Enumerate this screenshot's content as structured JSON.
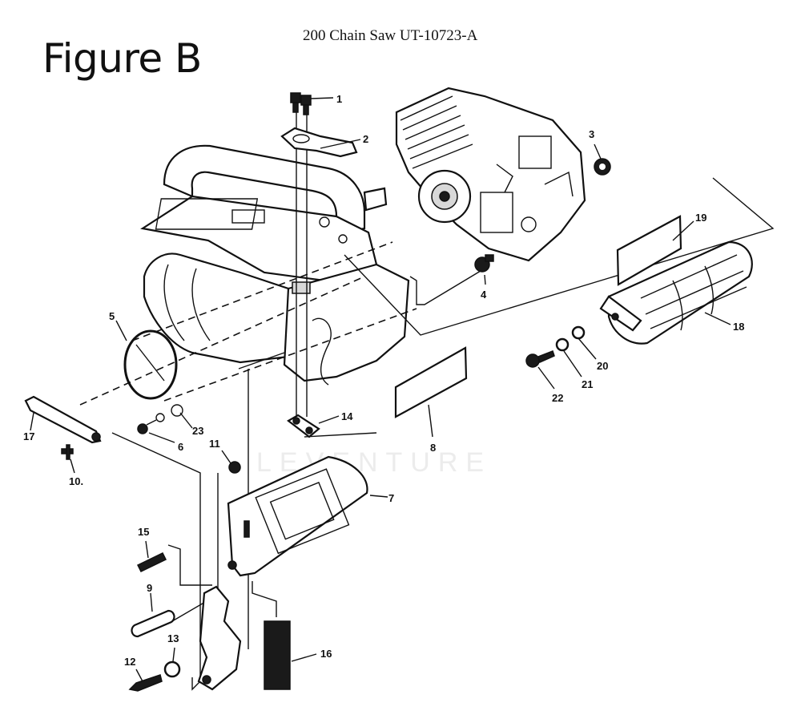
{
  "figure_label": "Figure B",
  "diagram_title": "200 Chain Saw UT-10723-A",
  "watermark": "LEVENTURE",
  "callouts": [
    "1",
    "2",
    "3",
    "4",
    "5",
    "6",
    "7",
    "8",
    "9",
    "10.",
    "11",
    "12",
    "13",
    "14",
    "15",
    "16",
    "17",
    "18",
    "19",
    "20",
    "21",
    "22",
    "23"
  ]
}
